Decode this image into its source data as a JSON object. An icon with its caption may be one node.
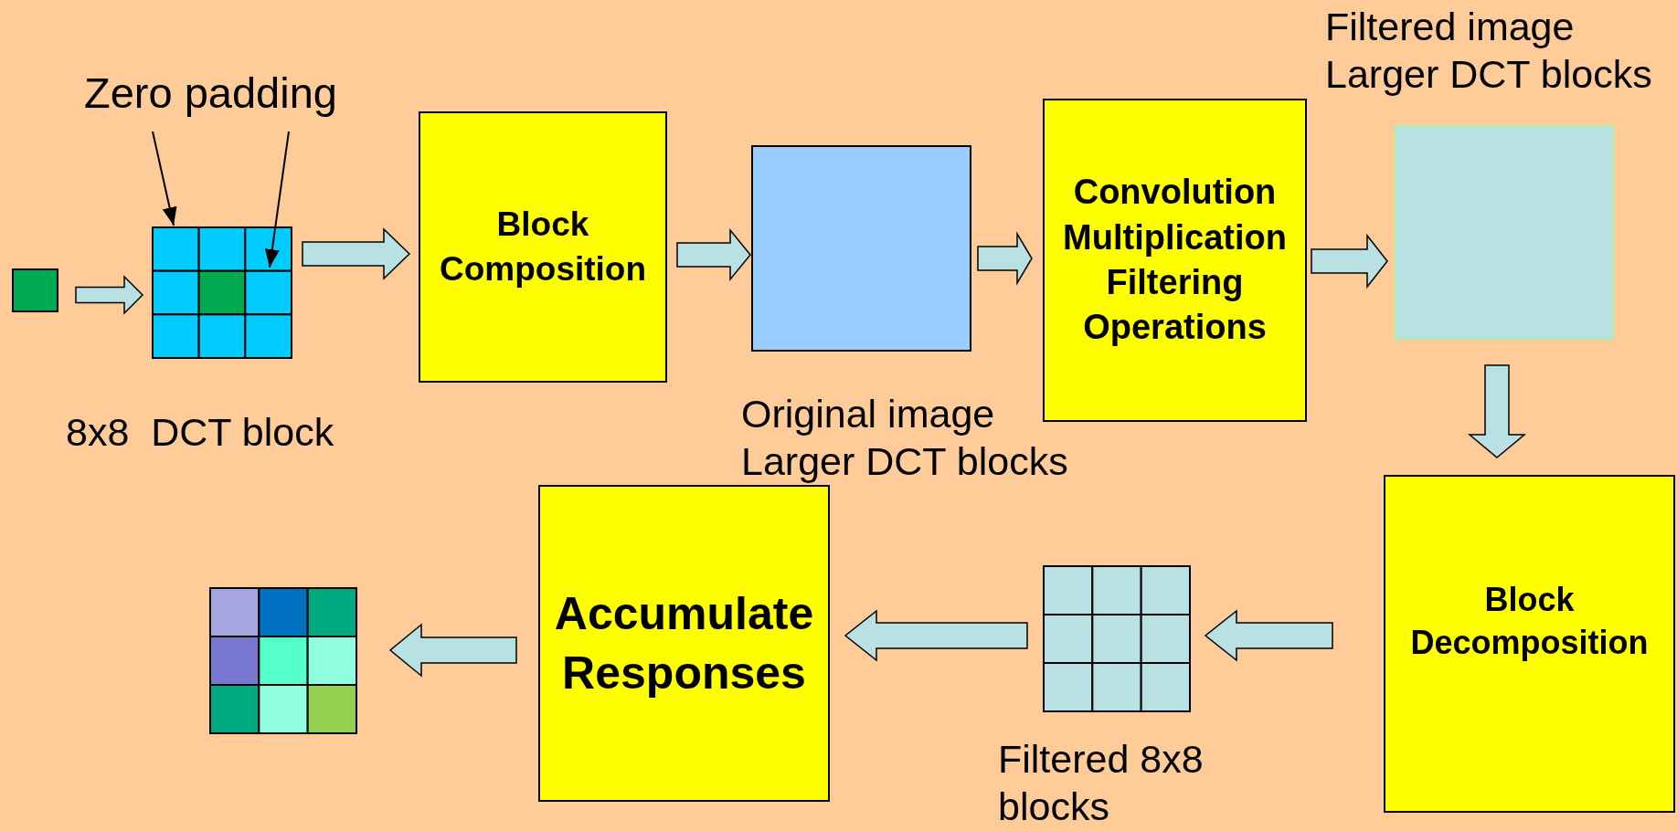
{
  "diagram": {
    "nodes": [
      {
        "text": [],
        "shape": "box"
      },
      {
        "text": [],
        "shape": "grid",
        "beside": [
          "8x8  DCT block"
        ]
      },
      {
        "text": [
          "Zero padding"
        ]
      },
      {
        "text": [
          "Block Composition"
        ]
      },
      {
        "text": [],
        "shape": "box"
      },
      {
        "text": [
          "Convolution Multiplication Filtering Operations"
        ]
      },
      {
        "text": [],
        "shape": "box",
        "beside": [
          "Filtered image Larger DCT blocks"
        ]
      },
      {
        "text": [
          "Block Decomposition"
        ]
      },
      {
        "text": [],
        "shape": "grid",
        "beside": [
          "Filtered 8x8 blocks"
        ]
      },
      {
        "text": [
          "Accumulate Responses"
        ]
      },
      {
        "text": [],
        "shape": "grid"
      }
    ],
    "edges": [
      {
        "from": 0,
        "to": 1,
        "arrow": "to"
      },
      {
        "from": 1,
        "to": 3,
        "arrow": "to"
      },
      {
        "from": 3,
        "to": 4,
        "arrow": "to"
      },
      {
        "from": 4,
        "to": 5,
        "arrow": "to"
      },
      {
        "from": 5,
        "to": 6,
        "arrow": "to"
      },
      {
        "from": 6,
        "to": 7,
        "arrow": "to"
      },
      {
        "from": 7,
        "to": 8,
        "arrow": "to"
      },
      {
        "from": 8,
        "to": 9,
        "arrow": "to"
      },
      {
        "from": 9,
        "to": 10,
        "arrow": "to"
      },
      {
        "from": 2,
        "to": 1,
        "arrow": "to"
      },
      {
        "from": 2,
        "to": 1,
        "arrow": "to"
      }
    ],
    "labels": [
      "Original image Larger DCT blocks"
    ]
  }
}
